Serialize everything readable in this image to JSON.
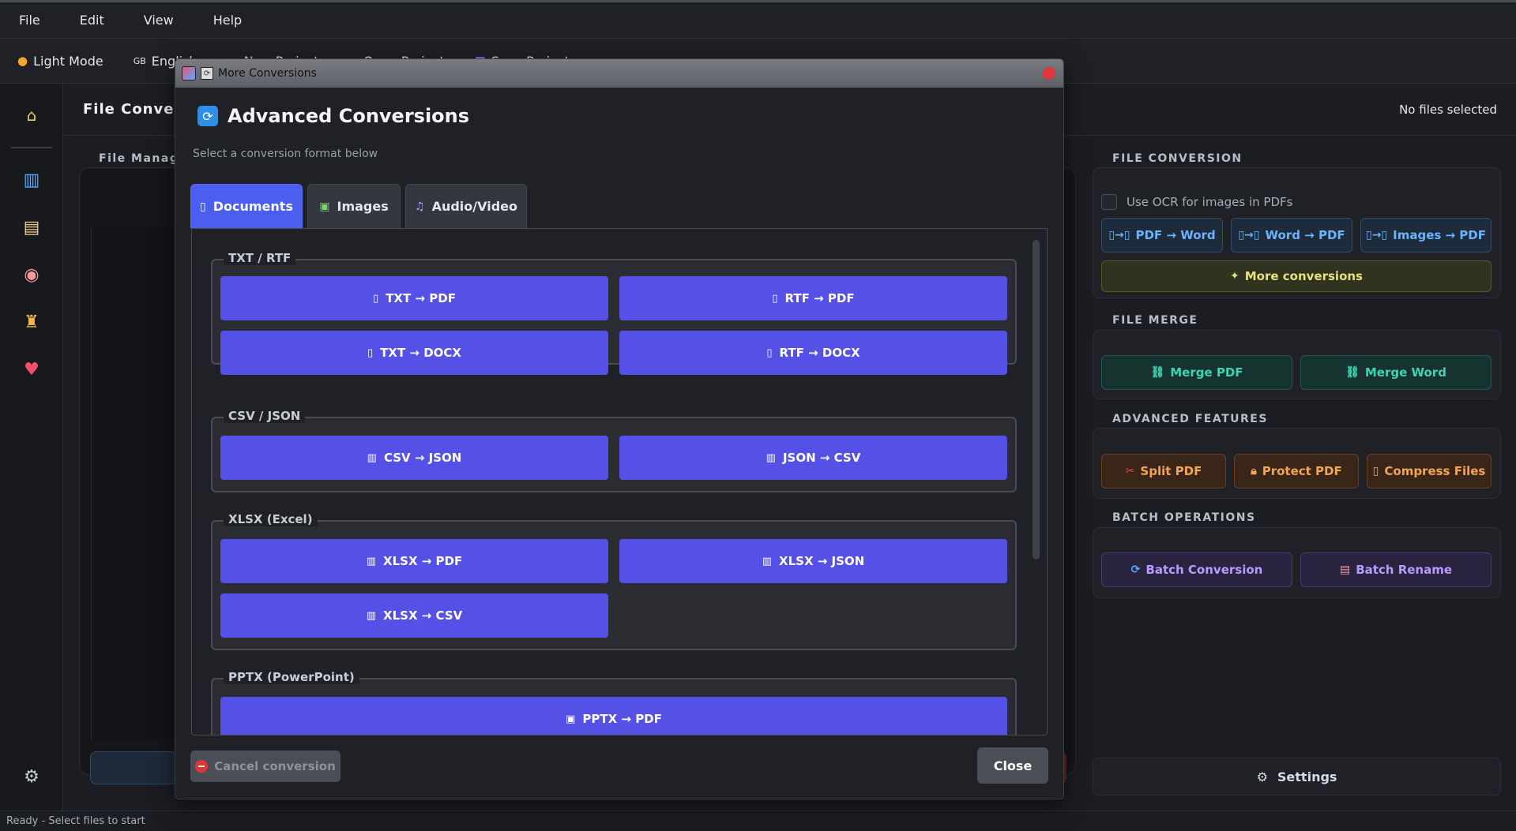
{
  "menu": [
    "File",
    "Edit",
    "View",
    "Help"
  ],
  "toolbar": {
    "light_mode": "Light Mode",
    "language": "English",
    "language_flag": "GB",
    "new_project": "New Project",
    "open_project": "Open Project",
    "save_project": "Save Project"
  },
  "main": {
    "title": "File Convert",
    "file_status": "No files selected",
    "file_manager_title": "File Manage"
  },
  "right_panel": {
    "file_conversion": {
      "title": "FILE CONVERSION",
      "ocr_label": "Use OCR for images in PDFs",
      "buttons": [
        "PDF → Word",
        "Word → PDF",
        "Images → PDF"
      ],
      "more": "More conversions"
    },
    "file_merge": {
      "title": "FILE MERGE",
      "buttons": [
        "Merge PDF",
        "Merge Word"
      ]
    },
    "advanced": {
      "title": "ADVANCED FEATURES",
      "buttons": [
        "Split PDF",
        "Protect PDF",
        "Compress Files"
      ]
    },
    "batch": {
      "title": "BATCH OPERATIONS",
      "buttons": [
        "Batch Conversion",
        "Batch Rename"
      ]
    },
    "settings": "Settings"
  },
  "status": "Ready - Select files to start",
  "modal": {
    "window_title": "More Conversions",
    "heading": "Advanced Conversions",
    "subtitle": "Select a conversion format below",
    "tabs": [
      "Documents",
      "Images",
      "Audio/Video"
    ],
    "groups": [
      {
        "label": "TXT / RTF",
        "buttons": [
          "TXT → PDF",
          "RTF → PDF",
          "TXT → DOCX",
          "RTF → DOCX"
        ]
      },
      {
        "label": "CSV / JSON",
        "buttons": [
          "CSV → JSON",
          "JSON → CSV"
        ]
      },
      {
        "label": "XLSX (Excel)",
        "buttons": [
          "XLSX → PDF",
          "XLSX → JSON",
          "XLSX → CSV"
        ]
      },
      {
        "label": "PPTX (PowerPoint)",
        "buttons": [
          "PPTX → PDF"
        ]
      }
    ],
    "cancel": "Cancel conversion",
    "close": "Close"
  },
  "colors": {
    "accent": "#5550e6",
    "tab_active": "#4a5ef0",
    "close_dot": "#e0353a"
  }
}
